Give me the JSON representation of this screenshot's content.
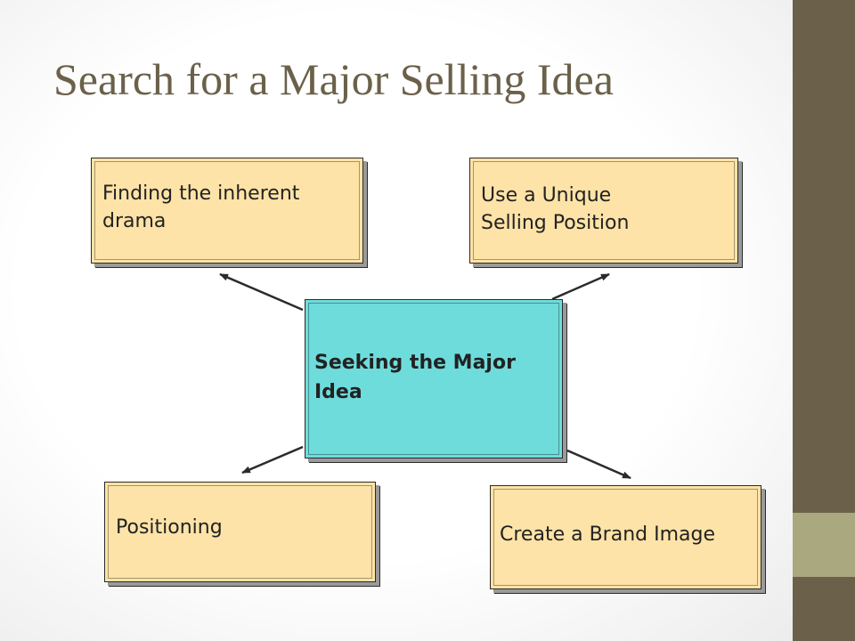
{
  "slide": {
    "title": "Search for a Major Selling Idea"
  },
  "diagram": {
    "center": {
      "line1": "Seeking the Major",
      "line2": "Idea"
    },
    "top_left": {
      "line1": "Finding the inherent",
      "line2": "drama"
    },
    "top_right": {
      "line1": "Use a Unique",
      "line2": "Selling Position"
    },
    "bottom_left": {
      "label": "Positioning"
    },
    "bottom_right": {
      "label": "Create a Brand Image"
    }
  },
  "colors": {
    "title": "#6b614a",
    "sidebar": "#6b614a",
    "sidebar_accent": "#aaa87f",
    "outer_box_fill": "#fde3a7",
    "center_box_fill": "#6fdcdc"
  }
}
